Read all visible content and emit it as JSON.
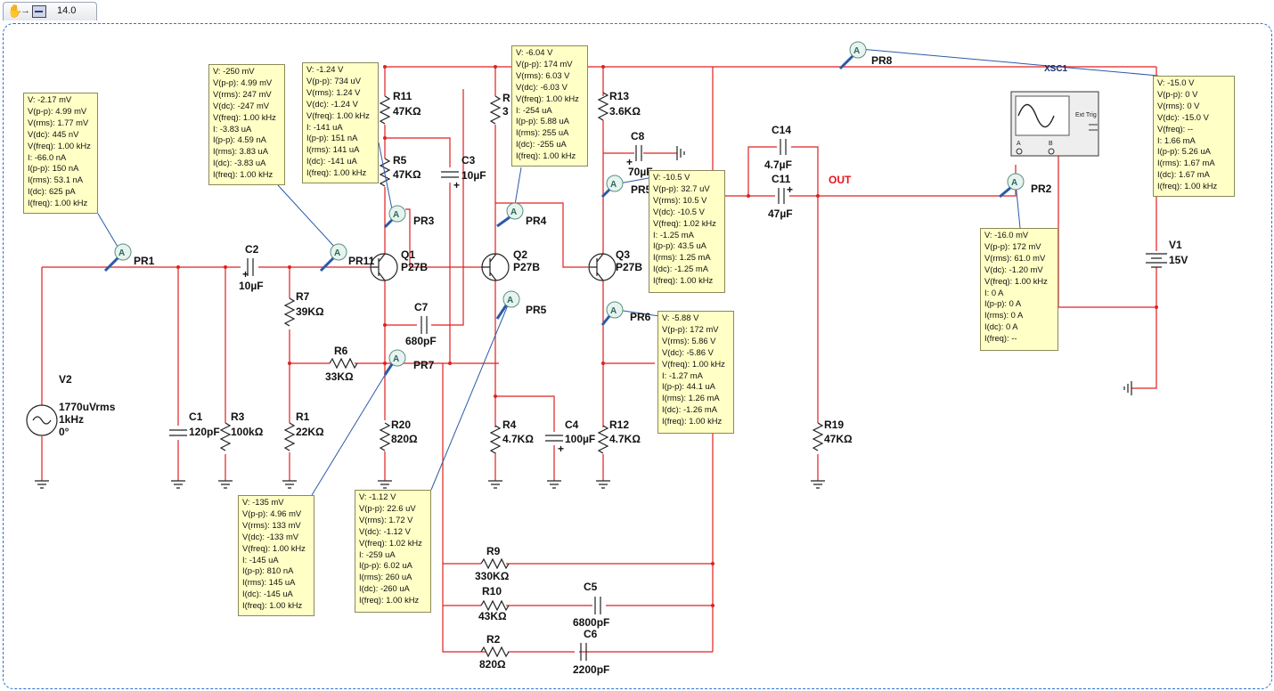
{
  "tab": {
    "version": "14.0"
  },
  "labels": {
    "V2": "V2",
    "V2_amp": "1770uVrms",
    "V2_freq": "1kHz",
    "V2_phase": "0°",
    "C1": "C1",
    "C1_val": "120pF",
    "R3": "R3",
    "R3_val": "100kΩ",
    "C2": "C2",
    "C2_val": "10µF",
    "R7": "R7",
    "R7_val": "39KΩ",
    "R6": "R6",
    "R6_val": "33KΩ",
    "R1": "R1",
    "R1_val": "22KΩ",
    "R11": "R11",
    "R11_val": "47KΩ",
    "R5": "R5",
    "R5_val": "47KΩ",
    "C3": "C3",
    "C3_val": "10µF",
    "Q1": "Q1",
    "Q1_val": "P27B",
    "C7": "C7",
    "C7_val": "680pF",
    "R20": "R20",
    "R20_val": "820Ω",
    "Rx": "R",
    "Rx_val": "3",
    "Q2": "Q2",
    "Q2_val": "P27B",
    "R4": "R4",
    "R4_val": "4.7KΩ",
    "C4": "C4",
    "C4_val": "100µF",
    "R13": "R13",
    "R13_val": "3.6KΩ",
    "C8": "C8",
    "C8_val": "70µF",
    "Q3": "Q3",
    "Q3_val": "P27B",
    "R12": "R12",
    "R12_val": "4.7KΩ",
    "C14": "C14",
    "C14_val": "4.7µF",
    "C11": "C11",
    "C11_val": "47µF",
    "OUT": "OUT",
    "R19": "R19",
    "R19_val": "47KΩ",
    "XSC1": "XSC1",
    "ExtTrig": "Ext Trig",
    "scopeA": "A",
    "scopeB": "B",
    "V1": "V1",
    "V1_val": "15V",
    "R9": "R9",
    "R9_val": "330KΩ",
    "R10": "R10",
    "R10_val": "43KΩ",
    "C5": "C5",
    "C5_val": "6800pF",
    "R2": "R2",
    "R2_val": "820Ω",
    "C6": "C6",
    "C6_val": "2200pF",
    "plus": "+"
  },
  "probes": {
    "PR1": {
      "name": "PR1",
      "lines": [
        "V: -2.17 mV",
        "V(p-p): 4.99 mV",
        "V(rms): 1.77 mV",
        "V(dc): 445 nV",
        "V(freq): 1.00 kHz",
        "I: -66.0 nA",
        "I(p-p): 150 nA",
        "I(rms): 53.1 nA",
        "I(dc): 625 pA",
        "I(freq): 1.00 kHz"
      ]
    },
    "PR11": {
      "name": "PR11",
      "lines": [
        "V: -250 mV",
        "V(p-p): 4.99 mV",
        "V(rms): 247 mV",
        "V(dc): -247 mV",
        "V(freq): 1.00 kHz",
        "I: -3.83 uA",
        "I(p-p): 4.59 nA",
        "I(rms): 3.83 uA",
        "I(dc): -3.83 uA",
        "I(freq): 1.00 kHz"
      ]
    },
    "PR3": {
      "name": "PR3",
      "lines": [
        "V: -1.24 V",
        "V(p-p): 734 uV",
        "V(rms): 1.24 V",
        "V(dc): -1.24 V",
        "V(freq): 1.00 kHz",
        "I: -141 uA",
        "I(p-p): 151 nA",
        "I(rms): 141 uA",
        "I(dc): -141 uA",
        "I(freq): 1.00 kHz"
      ]
    },
    "PR4": {
      "name": "PR4",
      "lines": [
        "V: -6.04 V",
        "V(p-p): 174 mV",
        "V(rms): 6.03 V",
        "V(dc): -6.03 V",
        "V(freq): 1.00 kHz",
        "I: -254 uA",
        "I(p-p): 5.88 uA",
        "I(rms): 255 uA",
        "I(dc): -255 uA",
        "I(freq): 1.00 kHz"
      ]
    },
    "PR5b": {
      "name": "PR5",
      "lines": [
        "V: -10.5 V",
        "V(p-p): 32.7 uV",
        "V(rms): 10.5 V",
        "V(dc): -10.5 V",
        "V(freq): 1.02 kHz",
        "I: -1.25 mA",
        "I(p-p): 43.5 uA",
        "I(rms): 1.25 mA",
        "I(dc): -1.25 mA",
        "I(freq): 1.00 kHz"
      ]
    },
    "PR6": {
      "name": "PR6",
      "lines": [
        "V: -5.88 V",
        "V(p-p): 172 mV",
        "V(rms): 5.86 V",
        "V(dc): -5.86 V",
        "V(freq): 1.00 kHz",
        "I: -1.27 mA",
        "I(p-p): 44.1 uA",
        "I(rms): 1.26 mA",
        "I(dc): -1.26 mA",
        "I(freq): 1.00 kHz"
      ]
    },
    "PR7": {
      "name": "PR7",
      "lines": [
        "V: -135 mV",
        "V(p-p): 4.96 mV",
        "V(rms): 133 mV",
        "V(dc): -133 mV",
        "V(freq): 1.00 kHz",
        "I: -145 uA",
        "I(p-p): 810 nA",
        "I(rms): 145 uA",
        "I(dc): -145 uA",
        "I(freq): 1.00 kHz"
      ]
    },
    "PR5": {
      "name": "PR5",
      "lines": [
        "V: -1.12 V",
        "V(p-p): 22.6 uV",
        "V(rms): 1.72 V",
        "V(dc): -1.12 V",
        "V(freq): 1.02 kHz",
        "I: -259 uA",
        "I(p-p): 6.02 uA",
        "I(rms): 260 uA",
        "I(dc): -260 uA",
        "I(freq): 1.00 kHz"
      ]
    },
    "PR8": {
      "name": "PR8",
      "lines": [
        "V: -15.0 V",
        "V(p-p): 0 V",
        "V(rms): 0 V",
        "V(dc): -15.0 V",
        "V(freq): --",
        "I: 1.66 mA",
        "I(p-p): 5.26 uA",
        "I(rms): 1.67 mA",
        "I(dc): 1.67 mA",
        "I(freq): 1.00 kHz"
      ]
    },
    "PR2": {
      "name": "PR2",
      "lines": [
        "V: -16.0 mV",
        "V(p-p): 172 mV",
        "V(rms): 61.0 mV",
        "V(dc): -1.20 mV",
        "V(freq): 1.00 kHz",
        "I: 0 A",
        "I(p-p): 0 A",
        "I(rms): 0 A",
        "I(dc): 0 A",
        "I(freq): --"
      ]
    }
  }
}
